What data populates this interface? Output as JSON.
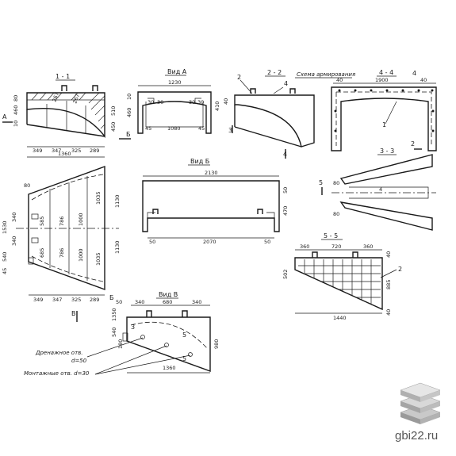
{
  "titles": {
    "section_1": "1 - 1",
    "view_a": "Вид А",
    "section_2": "2 - 2",
    "reinforcement_scheme": "Схема армирования",
    "section_4": "4 - 4",
    "view_b": "Вид Б",
    "section_3": "3 - 3",
    "section_5": "5 - 5",
    "view_v": "Вид В"
  },
  "notes": {
    "drain_hole": "Дренажное отв.",
    "drain_diameter": "d=50",
    "mount_hole": "Монтажные отв. d=30"
  },
  "markers": {
    "a": "А",
    "b": "Б",
    "v": "В",
    "n1": "1",
    "n2": "2",
    "n3": "3",
    "n4": "4",
    "n5": "5"
  },
  "dims": {
    "s1_bottom": [
      "349",
      "347",
      "325",
      "289"
    ],
    "s1_total": "1360",
    "s1_left": [
      "80",
      "460",
      "10"
    ],
    "s1_right": [
      "510",
      "450"
    ],
    "va_top": "1230",
    "va_inner": [
      "30",
      "30",
      "30",
      "30"
    ],
    "va_bottom": "1080",
    "va_sides": [
      "45",
      "45"
    ],
    "va_left": [
      "10",
      "460"
    ],
    "va_right": "410",
    "s4_top": "1900",
    "s4_left": "40",
    "vb_top": "2130",
    "vb_bottom": "2070",
    "vb_sides": [
      "50",
      "50"
    ],
    "vb_right": [
      "50",
      "470"
    ],
    "plan_bottom": [
      "349",
      "347",
      "325",
      "289"
    ],
    "plan_left": [
      "80",
      "1530",
      "340",
      "340",
      "540",
      "45"
    ],
    "plan_inner": [
      "585",
      "685",
      "786",
      "786",
      "1000",
      "1000"
    ],
    "plan_right": [
      "1035",
      "1035",
      "1130",
      "1130"
    ],
    "s5_top": [
      "360",
      "720",
      "360"
    ],
    "s5_bottom": "1440",
    "s5_left": "502",
    "s5_right": [
      "40",
      "885",
      "40"
    ],
    "vv_top": [
      "340",
      "680",
      "340"
    ],
    "vv_bottom": "1360",
    "vv_left": [
      "1350",
      "540",
      "180"
    ],
    "vv_right": "980",
    "vv_top_left": "50"
  },
  "watermark": "gbi22.ru"
}
